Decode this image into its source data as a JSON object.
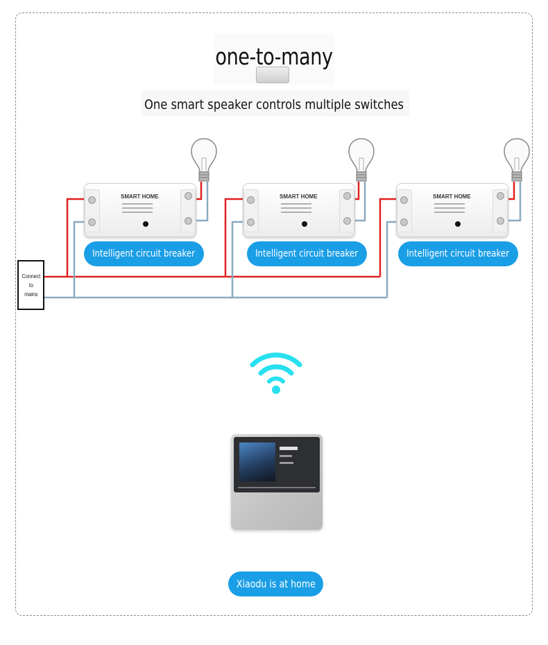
{
  "title": "one-to-many",
  "subtitle": "One smart speaker controls multiple switches",
  "mains_label": [
    "Connect",
    "to",
    "mains"
  ],
  "breakers": [
    {
      "label": "Intelligent circuit breaker",
      "brand": "SMART HOME"
    },
    {
      "label": "Intelligent circuit breaker",
      "brand": "SMART HOME"
    },
    {
      "label": "Intelligent circuit breaker",
      "brand": "SMART HOME"
    }
  ],
  "speaker_label": "Xiaodu is at home",
  "colors": {
    "live_wire": "#e02020",
    "neutral_wire": "#8aaac0",
    "pill": "#1a9ee6",
    "wifi": "#28e0f0"
  },
  "icons": [
    "bulb-icon",
    "wifi-icon",
    "smart-speaker-icon"
  ]
}
